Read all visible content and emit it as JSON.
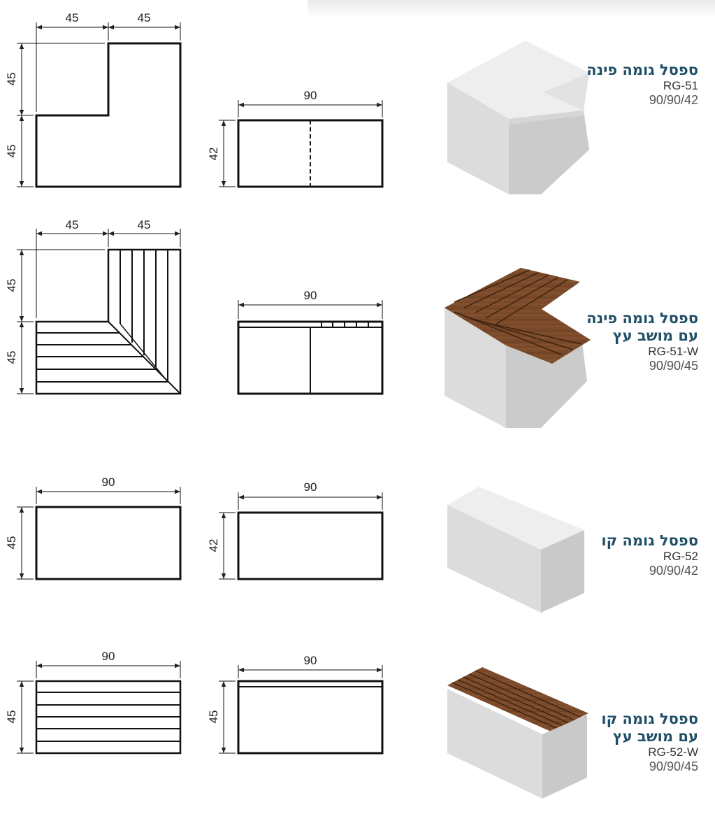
{
  "products": [
    {
      "name_lines": [
        "ספסל גומה פינה"
      ],
      "code": "RG-51",
      "size": "90/90/42",
      "plan_dims": {
        "top_left": "45",
        "top_right": "45",
        "side_upper": "45",
        "side_lower": "45"
      },
      "elev_dims": {
        "width": "90",
        "height": "42"
      }
    },
    {
      "name_lines": [
        "ספסל גומה פינה",
        "עם מושב עץ"
      ],
      "code": "RG-51-W",
      "size": "90/90/45",
      "plan_dims": {
        "top_left": "45",
        "top_right": "45",
        "side_upper": "45",
        "side_lower": "45"
      },
      "elev_dims": {
        "width": "90"
      }
    },
    {
      "name_lines": [
        "ספסל גומה קו"
      ],
      "code": "RG-52",
      "size": "90/90/42",
      "plan_dims": {
        "width": "90",
        "height": "45"
      },
      "elev_dims": {
        "width": "90",
        "height": "42"
      }
    },
    {
      "name_lines": [
        "ספסל גומה קו",
        "עם מושב עץ"
      ],
      "code": "RG-52-W",
      "size": "90/90/45",
      "plan_dims": {
        "width": "90",
        "height": "45"
      },
      "elev_dims": {
        "width": "90",
        "height": "45"
      }
    }
  ],
  "colors": {
    "title": "#1f4e66",
    "concrete_top": "#ececec",
    "concrete_front": "#dcdcdc",
    "concrete_side": "#cfcfcf",
    "wood": "#7a4a2a",
    "wood_dark": "#4e2c16"
  }
}
